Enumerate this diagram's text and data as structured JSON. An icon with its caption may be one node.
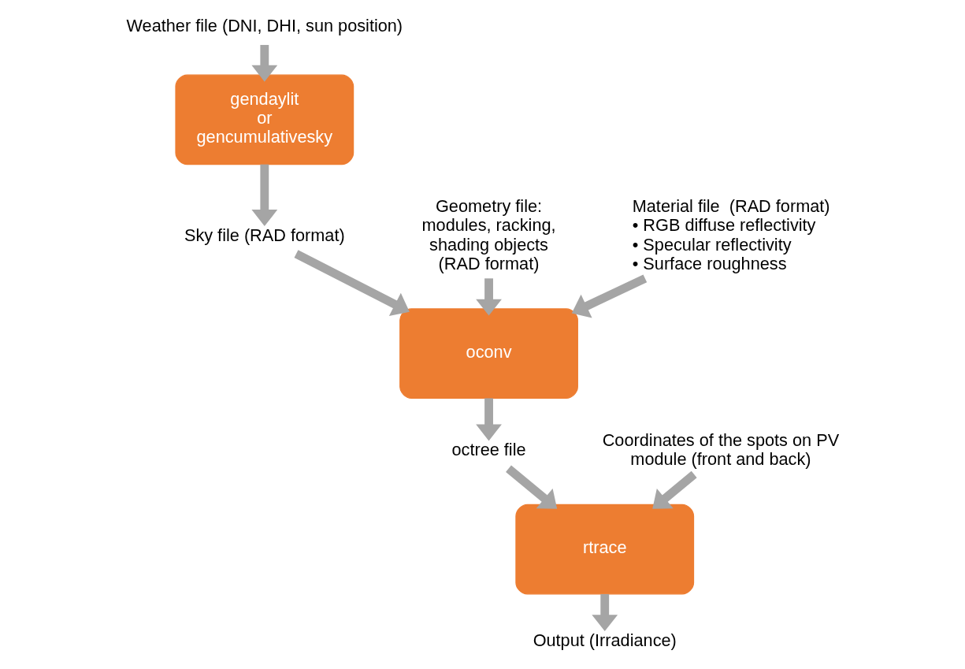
{
  "diagram": {
    "nodes": [
      {
        "text": [
          "Weather file (DNI, DHI, sun position)"
        ]
      },
      {
        "text": [
          "gendaylit or gencumulativesky"
        ]
      },
      {
        "text": [
          "Sky file (RAD format)"
        ]
      },
      {
        "text": [
          "Geometry file: modules, racking, shading objects (RAD format)"
        ]
      },
      {
        "text": [
          "Material file  (RAD format)",
          "• RGB diffuse reflectivity",
          "• Specular reflectivity",
          "• Surface roughness"
        ]
      },
      {
        "text": [
          "oconv"
        ]
      },
      {
        "text": [
          "octree file"
        ]
      },
      {
        "text": [
          "Coordinates of the spots on PV module (front and back)"
        ]
      },
      {
        "text": [
          "rtrace"
        ]
      },
      {
        "text": [
          "Output (Irradiance)"
        ]
      }
    ],
    "edges": [
      {
        "from": 0,
        "to": 1,
        "arrow": "to"
      },
      {
        "from": 1,
        "to": 2,
        "arrow": "to"
      },
      {
        "from": 2,
        "to": 5,
        "arrow": "to"
      },
      {
        "from": 3,
        "to": 5,
        "arrow": "to"
      },
      {
        "from": 4,
        "to": 5,
        "arrow": "to"
      },
      {
        "from": 5,
        "to": 6,
        "arrow": "to"
      },
      {
        "from": 6,
        "to": 8,
        "arrow": "to"
      },
      {
        "from": 7,
        "to": 8,
        "arrow": "to"
      },
      {
        "from": 8,
        "to": 9,
        "arrow": "to"
      }
    ]
  }
}
